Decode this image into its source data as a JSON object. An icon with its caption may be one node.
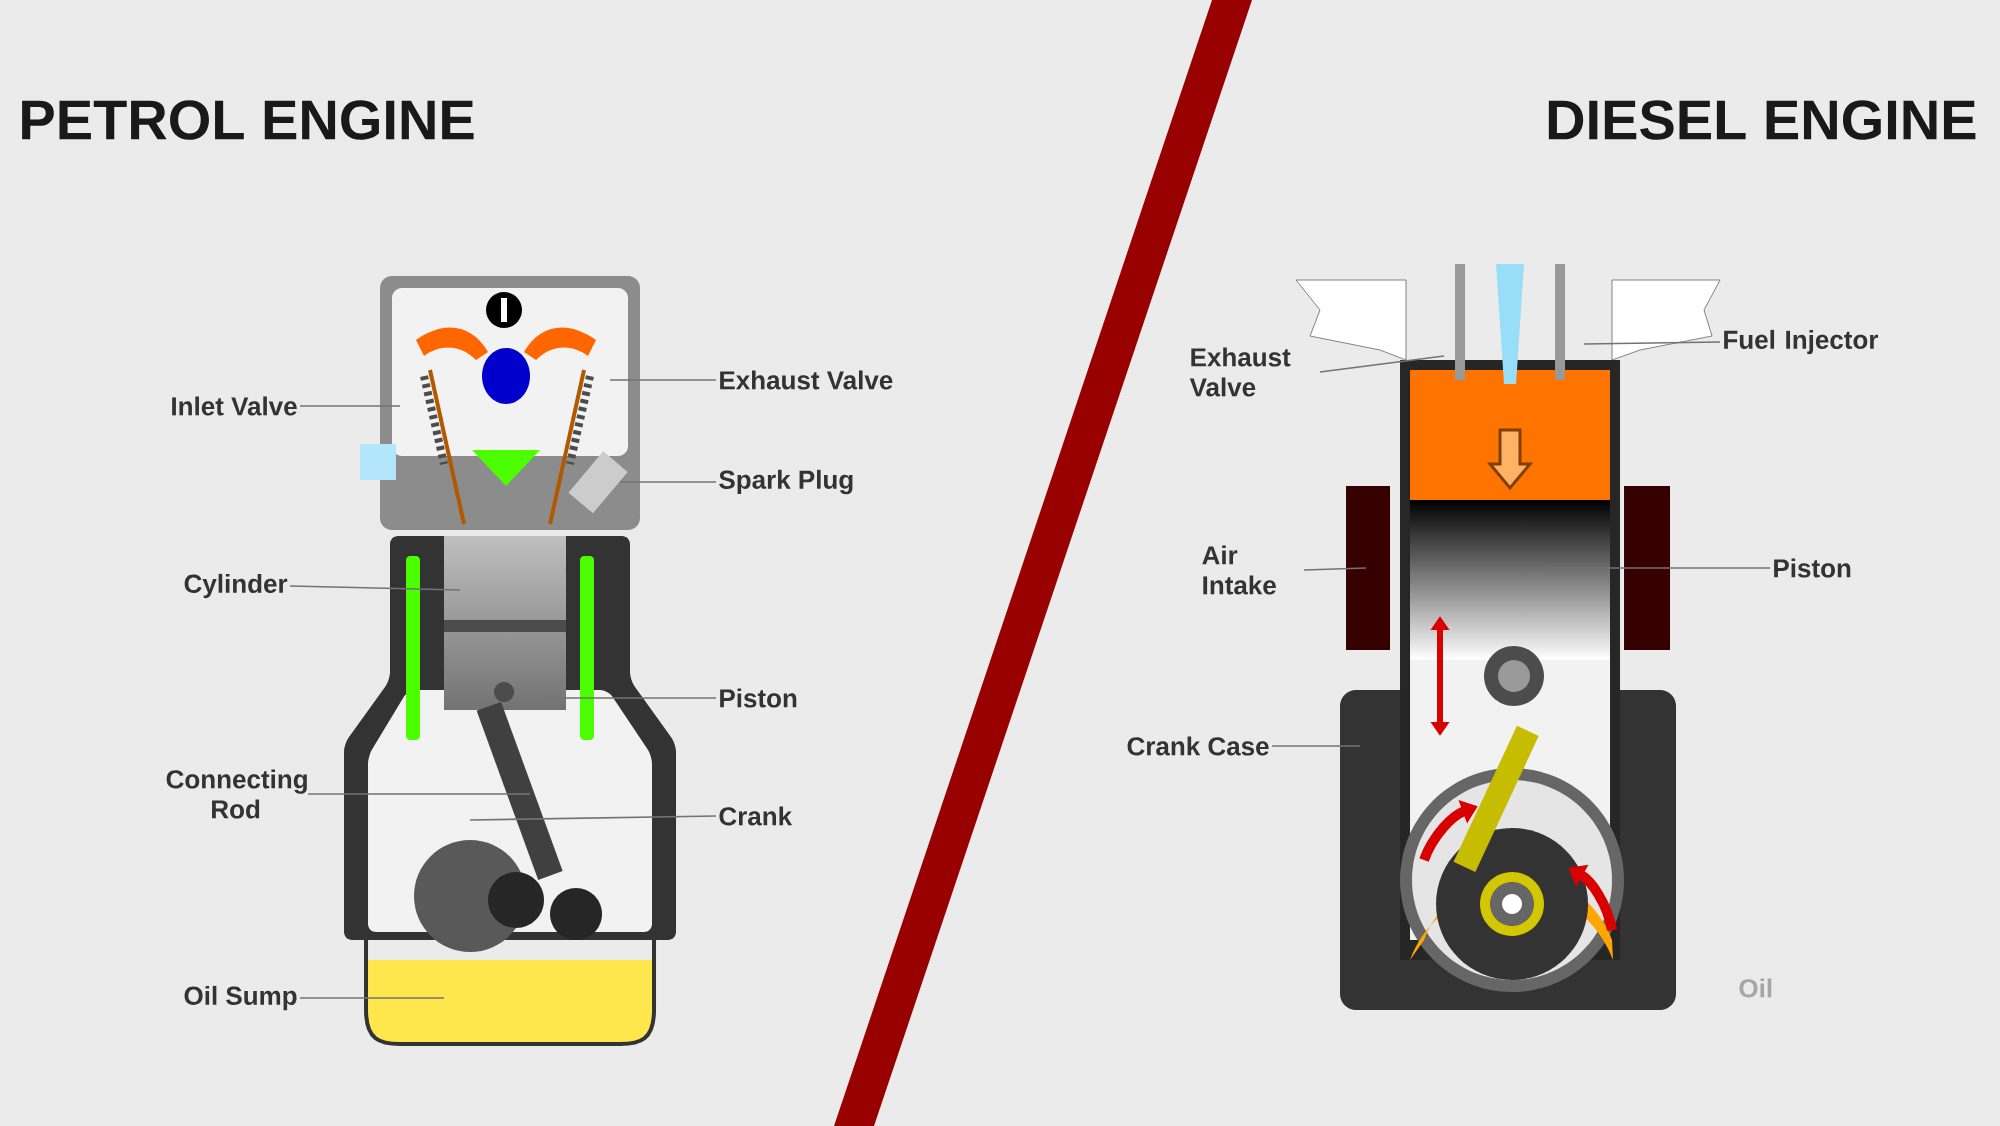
{
  "diagram": {
    "nodes": [
      {
        "text": [
          "Inlet Valve"
        ]
      },
      {
        "text": [
          "Exhaust Valve"
        ]
      },
      {
        "text": [
          "Spark Plug"
        ]
      },
      {
        "text": [
          "Cylinder"
        ]
      },
      {
        "text": [
          "Piston"
        ]
      },
      {
        "text": [
          "Connecting Rod"
        ]
      },
      {
        "text": [
          "Crank"
        ]
      },
      {
        "text": [
          "Oil Sump"
        ]
      },
      {
        "text": [
          "Exhaust Valve"
        ]
      },
      {
        "text": [
          "Fuel Injector"
        ]
      },
      {
        "text": [
          "Air Intake"
        ]
      },
      {
        "text": [
          "Piston"
        ]
      },
      {
        "text": [
          "Crank Case"
        ]
      }
    ],
    "edges": [
      {
        "from": 0,
        "to": null,
        "arrow": "none"
      },
      {
        "from": 1,
        "to": null,
        "arrow": "none"
      },
      {
        "from": 2,
        "to": null,
        "arrow": "none"
      },
      {
        "from": 3,
        "to": null,
        "arrow": "none"
      },
      {
        "from": 4,
        "to": null,
        "arrow": "none"
      },
      {
        "from": 5,
        "to": null,
        "arrow": "none"
      },
      {
        "from": 6,
        "to": null,
        "arrow": "none"
      },
      {
        "from": 7,
        "to": null,
        "arrow": "none"
      },
      {
        "from": 8,
        "to": null,
        "arrow": "none"
      },
      {
        "from": 9,
        "to": null,
        "arrow": "none"
      },
      {
        "from": 10,
        "to": null,
        "arrow": "none"
      },
      {
        "from": 11,
        "to": null,
        "arrow": "none"
      },
      {
        "from": 12,
        "to": null,
        "arrow": "none"
      }
    ],
    "labels": [
      "PETROL ENGINE",
      "DIESEL ENGINE",
      "Oil"
    ]
  }
}
